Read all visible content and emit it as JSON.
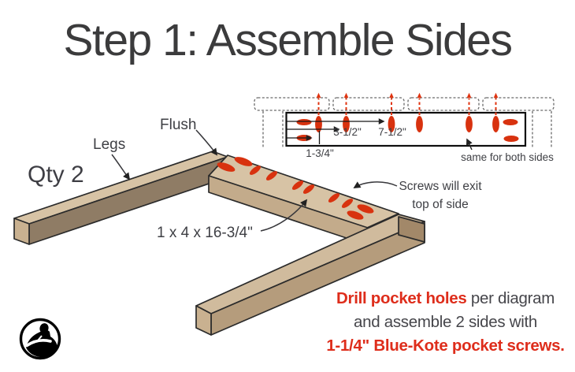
{
  "title": "Step 1: Assemble Sides",
  "qty_label": "Qty 2",
  "labels": {
    "legs": "Legs",
    "flush": "Flush",
    "board_size": "1 x 4 x 16-3/4\"",
    "screws_exit_line1": "Screws will exit",
    "screws_exit_line2": "top of side"
  },
  "detail": {
    "dim_first_hole": "1-3/4\"",
    "dim_second_hole": "3-1/2\"",
    "dim_third_hole": "7-1/2\"",
    "note": "same for both sides"
  },
  "instructions": {
    "line1_red": "Drill pocket holes",
    "line1_gray": " per diagram",
    "line2": "and assemble 2 sides with",
    "line3_red": "1-1/4\" Blue-Kote pocket screws."
  },
  "colors": {
    "accent_red": "#e0330f",
    "text_red": "#de2d1b",
    "text_dark": "#3f4045",
    "wood_top_light": "#d7c3a5",
    "wood_top_mid": "#d0bb9d",
    "wood_side_dark": "#8f7c65",
    "wood_side_mid": "#b59c7c",
    "wood_end": "#c9b190",
    "wood_end_dark": "#a28869",
    "wood_rail_band": "#c3ab8b",
    "outline": "#2b2b2b"
  },
  "logo": "woodworker-emblem"
}
